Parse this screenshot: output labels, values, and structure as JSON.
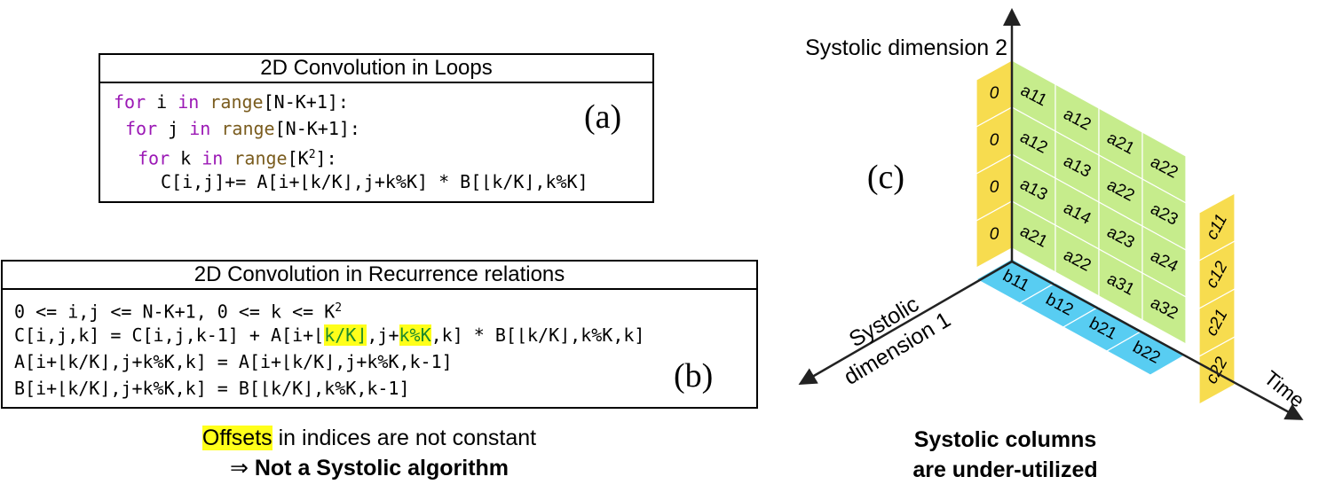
{
  "panel_a": {
    "title": "2D Convolution in Loops",
    "label": "(a)",
    "line1": {
      "kw1": "for",
      "mid": " i ",
      "kw2": "in",
      "fn": "range",
      "rest": "[N-K+1]:"
    },
    "line2": {
      "kw1": "for",
      "mid": " j ",
      "kw2": "in",
      "fn": "range",
      "rest": "[N-K+1]:"
    },
    "line3": {
      "kw1": "for",
      "mid": " k ",
      "kw2": "in",
      "fn": "range",
      "rest_a": "[K",
      "sup": "2",
      "rest_b": "]:"
    },
    "line4": "C[i,j]+= A[i+⌊k/K⌋,j+k%K] * B[⌊k/K⌋,k%K]"
  },
  "panel_b": {
    "title": "2D Convolution in Recurrence relations",
    "label": "(b)",
    "line1_a": "0 <= i,j <= N-K+1, 0 <= k <= K",
    "line1_sup": "2",
    "line2_a": "C[i,j,k] = C[i,j,k-1] + A[i+⌊",
    "line2_hl1": "k/K⌋",
    "line2_b": ",j+",
    "line2_hl2": "k%K",
    "line2_c": ",k] * B[⌊k/K⌋,k%K,k]",
    "line3": "A[i+⌊k/K⌋,j+k%K,k] = A[i+⌊k/K⌋,j+k%K,k-1]",
    "line4": "B[i+⌊k/K⌋,j+k%K,k] = B[⌊k/K⌋,k%K,k-1]"
  },
  "note_left": {
    "highlight": "Offsets",
    "rest": " in indices are not constant",
    "line2_symbol": "⇒ ",
    "line2_bold": "Not a Systolic algorithm"
  },
  "panel_c": {
    "label": "(c)",
    "axis_dim2": "Systolic dimension 2",
    "axis_dim1_line1": "Systolic",
    "axis_dim1_line2": "dimension 1",
    "axis_time": "Time",
    "zero_cells": [
      "0",
      "0",
      "0",
      "0"
    ],
    "a_grid": [
      [
        "a11",
        "a12",
        "a21",
        "a22"
      ],
      [
        "a12",
        "a13",
        "a22",
        "a23"
      ],
      [
        "a13",
        "a14",
        "a23",
        "a24"
      ],
      [
        "a21",
        "a22",
        "a31",
        "a32"
      ]
    ],
    "b_cells": [
      "b11",
      "b12",
      "b21",
      "b22"
    ],
    "c_cells": [
      "c11",
      "c12",
      "c21",
      "c22"
    ],
    "colors": {
      "yellow": "#f7dc4f",
      "green": "#c6ec8c",
      "blue": "#58cdf2"
    }
  },
  "note_right": {
    "line1": "Systolic columns",
    "line2": "are under-utilized"
  }
}
